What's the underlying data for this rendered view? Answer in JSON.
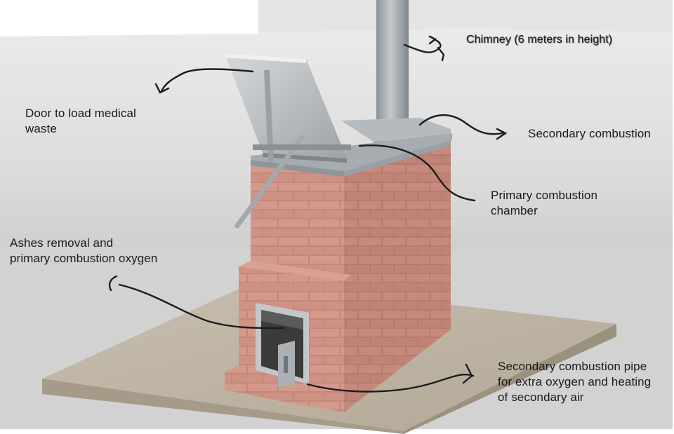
{
  "labels": {
    "chimney": "Chimney (6 meters in height)",
    "door": [
      "Door to load medical",
      "waste"
    ],
    "secondary_chamber": "Secondary combustion",
    "primary_chamber": [
      "Primary combustion",
      "chamber"
    ],
    "ashes": [
      "Ashes removal and",
      "primary combustion oxygen"
    ],
    "pipe": [
      "Secondary combustion pipe",
      "for extra oxygen and heating",
      "of secondary air"
    ]
  },
  "colors": {
    "brick": "#c98b7c",
    "mortar": "#e7c6bb",
    "steel": "#a9aeb2",
    "base": "#bdb3a4",
    "backdrop": "#cfcfcf"
  }
}
